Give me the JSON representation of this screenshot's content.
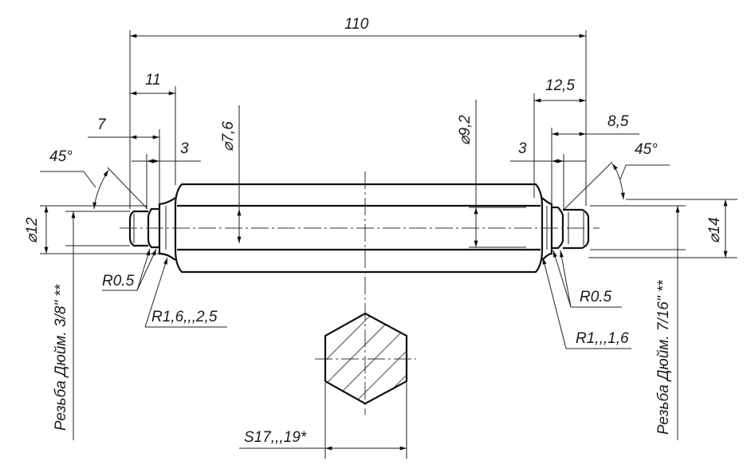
{
  "drawing": {
    "dimensions": {
      "overall_length": "110",
      "left_collar_length": "11",
      "left_thread_length": "7",
      "left_groove": "3",
      "left_chamfer_angle": "45°",
      "left_thread_dia": "⌀12",
      "inner_dia_left": "⌀7,6",
      "inner_dia_right": "⌀9,2",
      "right_collar_length": "12,5",
      "right_thread_length": "8,5",
      "right_groove": "3",
      "right_chamfer_angle": "45°",
      "right_thread_dia": "⌀14",
      "hex_size": "S17,,,19*"
    },
    "radii": {
      "left_small": "R0.5",
      "left_fillet": "R1,6,,,2,5",
      "right_small": "R0.5",
      "right_fillet": "R1,,,1,6"
    },
    "notes": {
      "left_thread": "Резьба Дюйм. 3/8\" **",
      "right_thread": "Резьба Дюйм. 7/16\" **"
    }
  }
}
